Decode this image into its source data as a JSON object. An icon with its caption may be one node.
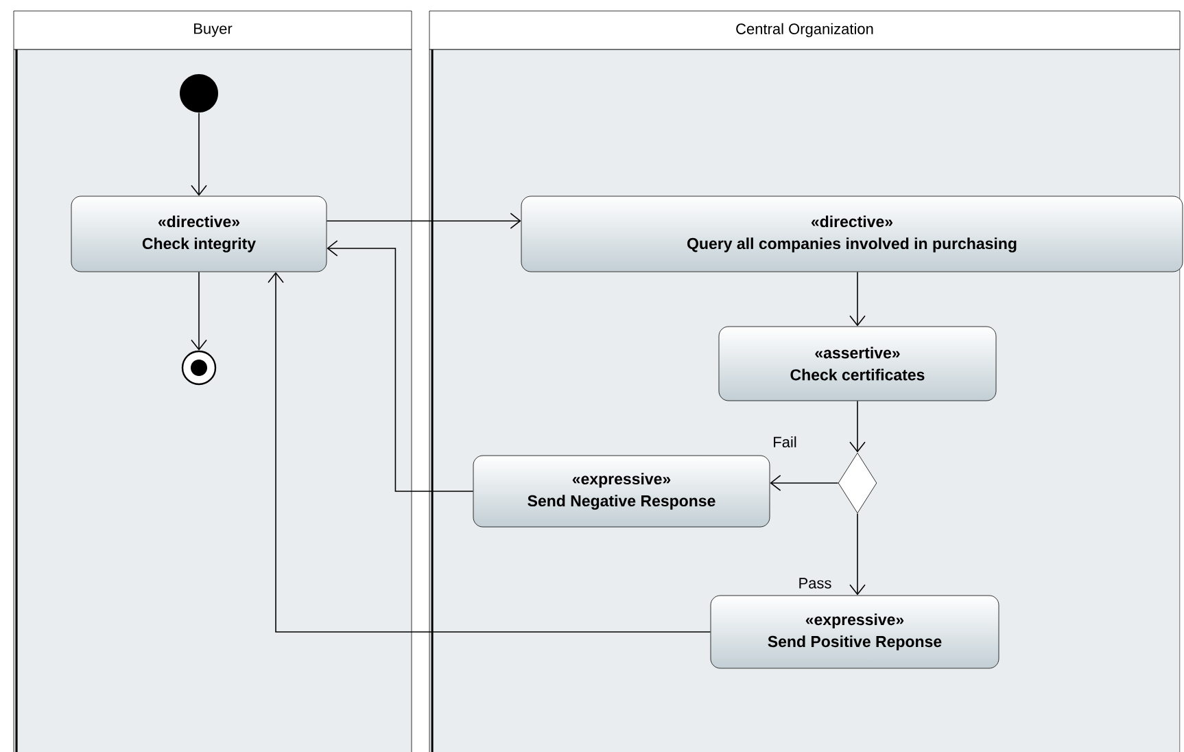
{
  "diagram": {
    "nodes": [
      {
        "text": [
          "Buyer"
        ]
      },
      {
        "text": [
          "Central Organization"
        ]
      },
      {
        "text": [],
        "shape": "circle",
        "in": 0
      },
      {
        "text": [
          "«directive»",
          "Check integrity"
        ],
        "in": 0
      },
      {
        "text": [],
        "shape": "circle",
        "in": 0
      },
      {
        "text": [
          "«directive»",
          "Query all companies involved in purchasing"
        ],
        "in": 1
      },
      {
        "text": [
          "«assertive»",
          "Check certificates"
        ],
        "in": 1
      },
      {
        "text": [],
        "shape": "diamond",
        "in": 1
      },
      {
        "text": [
          "«expressive»",
          "Send Negative Response"
        ],
        "in": 1
      },
      {
        "text": [
          "«expressive»",
          "Send Positive Reponse"
        ],
        "in": 1
      }
    ],
    "edges": [
      {
        "from": 2,
        "to": 3,
        "arrow": "to"
      },
      {
        "from": 3,
        "to": 4,
        "arrow": "to"
      },
      {
        "from": 3,
        "to": 5,
        "arrow": "to"
      },
      {
        "from": 5,
        "to": 6,
        "arrow": "to"
      },
      {
        "from": 6,
        "to": 7,
        "arrow": "to"
      },
      {
        "from": 7,
        "to": 8,
        "arrow": "to",
        "label": "Fail"
      },
      {
        "from": 7,
        "to": 9,
        "arrow": "to",
        "label": "Pass"
      },
      {
        "from": 8,
        "to": 3,
        "arrow": "to"
      },
      {
        "from": 9,
        "to": 3,
        "arrow": "to"
      }
    ]
  }
}
